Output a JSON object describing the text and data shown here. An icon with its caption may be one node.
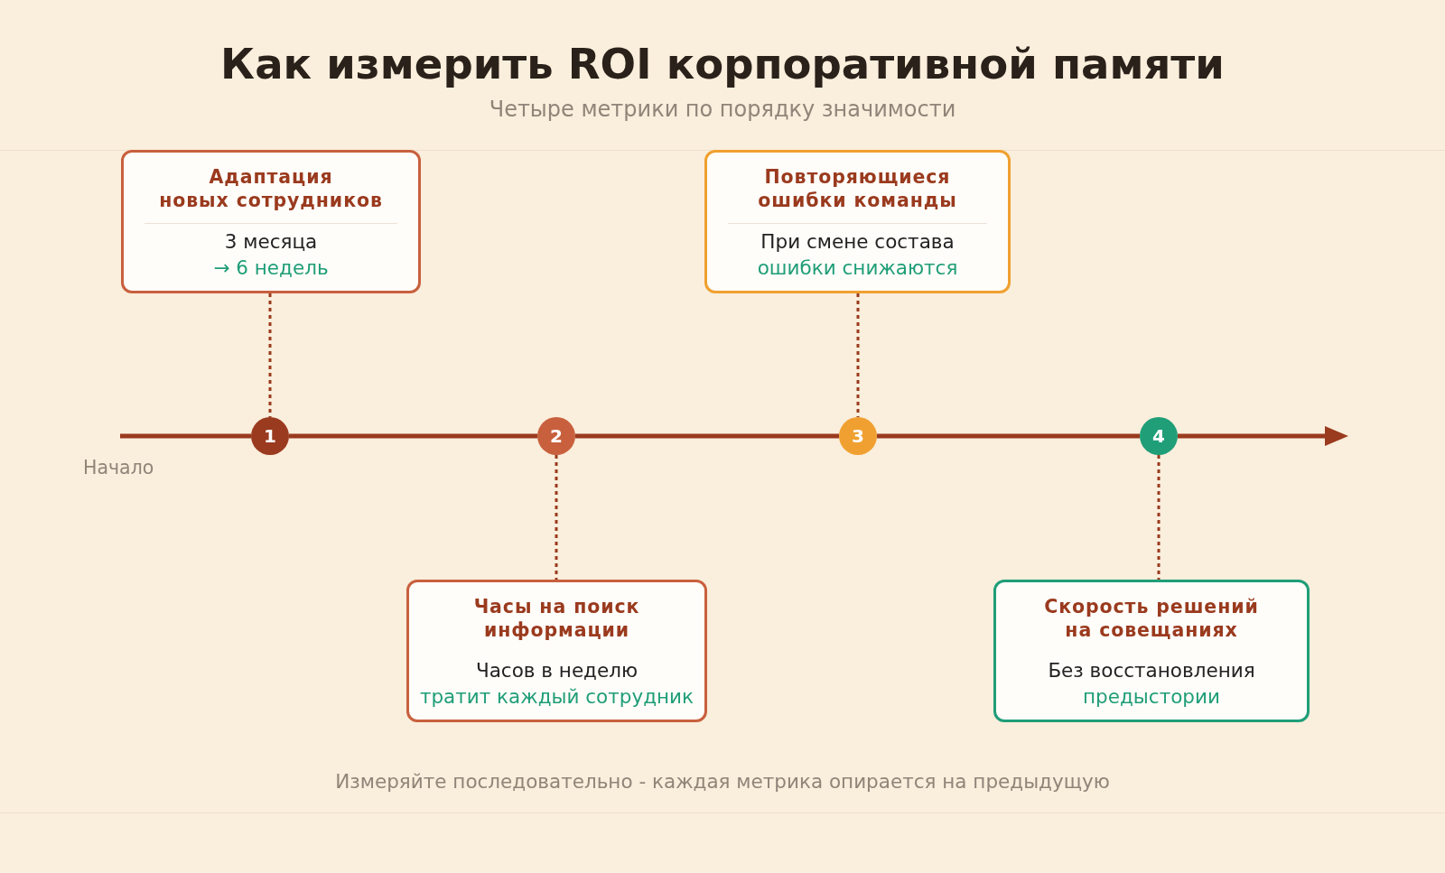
{
  "diagram": {
    "title": "Как измерить ROI корпоративной памяти",
    "nodes": [
      {
        "text": [
          "Адаптация новых сотрудников",
          "3 месяца",
          "→ 6 недель"
        ]
      },
      {
        "text": [
          "Повторяющиеся ошибки команды",
          "При смене состава",
          "ошибки снижаются"
        ]
      },
      {
        "text": [
          "1"
        ]
      },
      {
        "text": [
          "2"
        ]
      },
      {
        "text": [
          "3"
        ]
      },
      {
        "text": [
          "4"
        ]
      },
      {
        "text": [
          "Часы на поиск информации",
          "Часов в неделю",
          "тратит каждый сотрудник"
        ]
      },
      {
        "text": [
          "Скорость решений на совещаниях",
          "Без восстановления",
          "предыстории"
        ]
      }
    ],
    "edges": [
      {
        "from": 0,
        "to": 2,
        "arrow": "none",
        "style": "dashed"
      },
      {
        "from": 1,
        "to": 4,
        "arrow": "none",
        "style": "dashed"
      },
      {
        "from": null,
        "to": 2,
        "arrow": "none"
      },
      {
        "from": 2,
        "to": 3,
        "arrow": "none"
      },
      {
        "from": 3,
        "to": 4,
        "arrow": "none"
      },
      {
        "from": 4,
        "to": 5,
        "arrow": "none"
      },
      {
        "from": 5,
        "to": null,
        "arrow": "to"
      },
      {
        "from": 3,
        "to": 6,
        "arrow": "none",
        "style": "dashed"
      },
      {
        "from": 5,
        "to": 7,
        "arrow": "none",
        "style": "dashed"
      }
    ],
    "labels": [
      "Четыре метрики по порядку значимости",
      "Начало",
      "Измеряйте последовательно - каждая метрика опирается на предыдущую"
    ]
  }
}
